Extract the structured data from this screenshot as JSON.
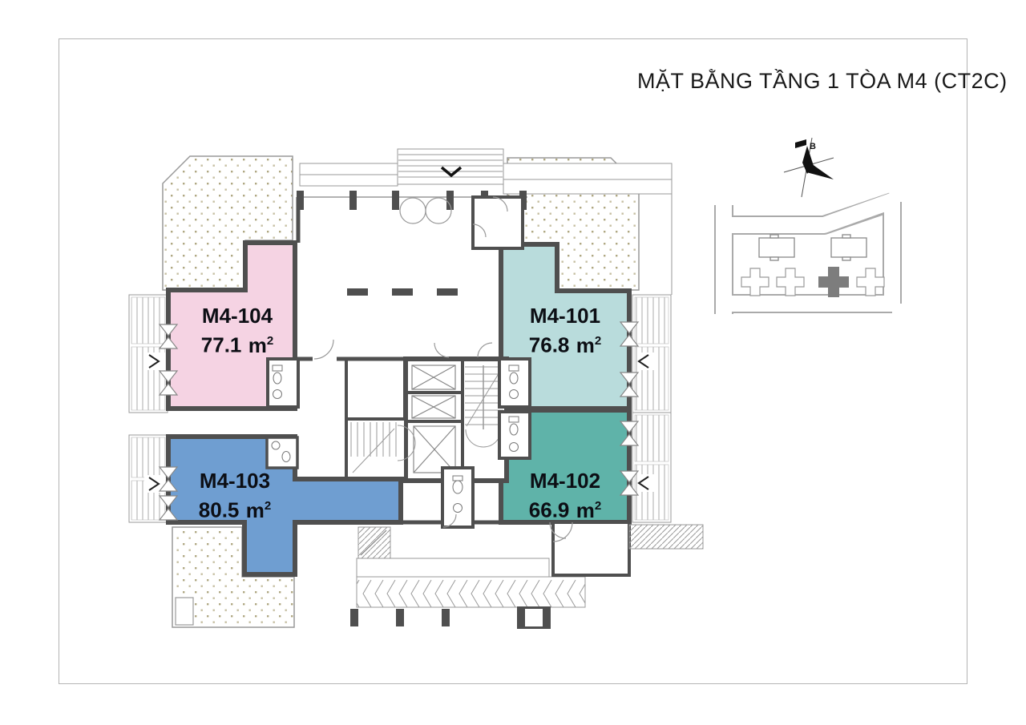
{
  "header": {
    "title": "MẶT BẰNG TẦNG 1 TÒA M4 (CT2C)"
  },
  "compass": {
    "north_label": "B"
  },
  "apartments": {
    "m4_101": {
      "id": "M4-101",
      "area": "76.8",
      "area_unit": "m",
      "area_sup": "2",
      "fill": "#b9dcdc"
    },
    "m4_102": {
      "id": "M4-102",
      "area": "66.9",
      "area_unit": "m",
      "area_sup": "2",
      "fill": "#5fb3a9"
    },
    "m4_103": {
      "id": "M4-103",
      "area": "80.5",
      "area_unit": "m",
      "area_sup": "2",
      "fill": "#6f9ed1"
    },
    "m4_104": {
      "id": "M4-104",
      "area": "77.1",
      "area_unit": "m",
      "area_sup": "2",
      "fill": "#f5d3e3"
    }
  },
  "colors": {
    "wall": "#4f4f4f",
    "thin_line": "#999999",
    "terrace_dot": "#b0a883",
    "site_highlight": "#7d7d7d"
  }
}
